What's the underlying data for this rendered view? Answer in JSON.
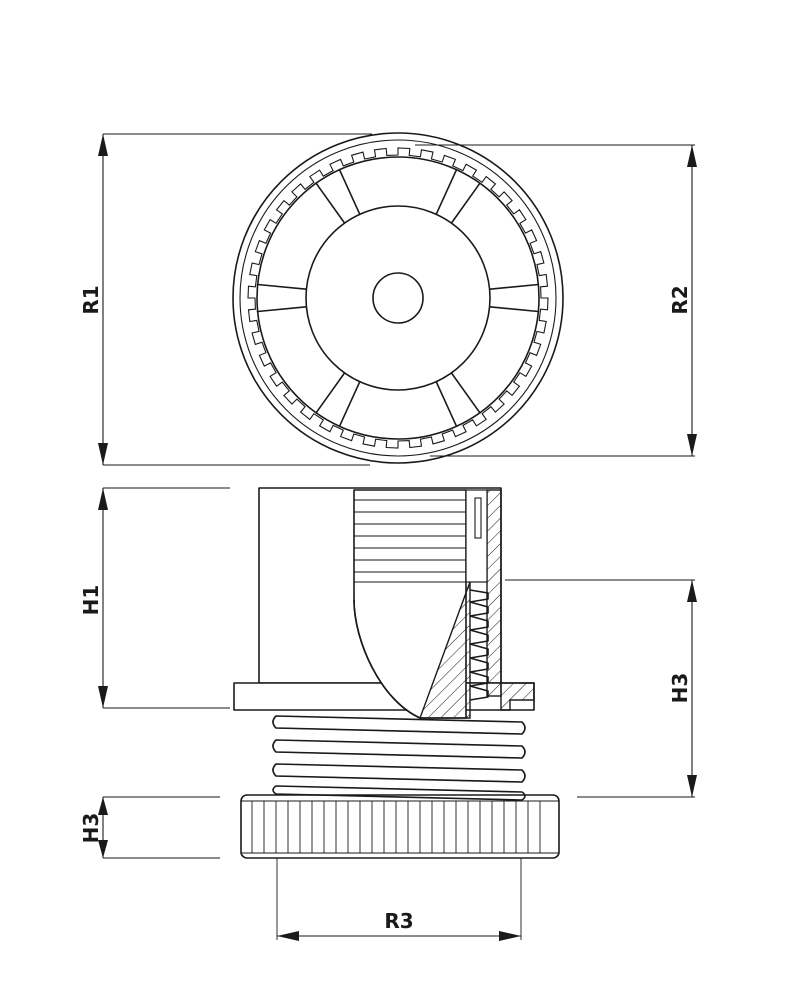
{
  "colors": {
    "line": "#1a1a1a",
    "background": "#ffffff"
  },
  "dimensions": {
    "r1": "R1",
    "r2": "R2",
    "h1": "H1",
    "h3_right": "H3",
    "h3_left": "H3",
    "r3": "R3"
  },
  "views": [
    "top-view",
    "side-section-view"
  ]
}
